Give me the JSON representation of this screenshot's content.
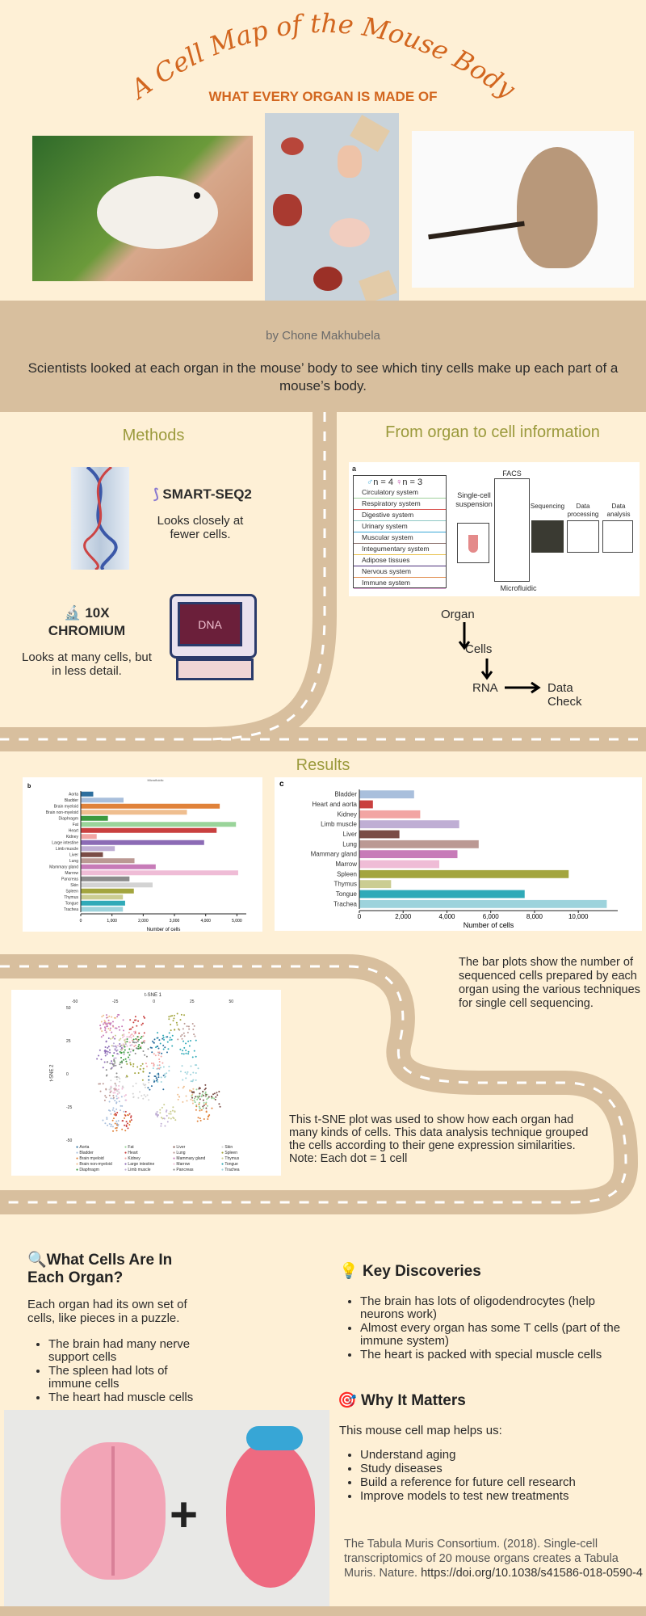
{
  "header": {
    "title": "A Cell Map of the Mouse Body",
    "subtitle": "WHAT EVERY ORGAN IS MADE OF",
    "author": "by Chone Makhubela",
    "intro": "Scientists looked at each organ in the mouse’ body to see which tiny cells make up each part of a mouse’s body."
  },
  "methods": {
    "heading": "Methods",
    "smart_title": "SMART-SEQ2",
    "smart_desc": "Looks closely at fewer cells.",
    "chromium_title": "10X CHROMIUM",
    "chromium_desc": "Looks at many cells, but in less detail.",
    "screen_text": "DNA"
  },
  "pipeline": {
    "heading": "From organ to cell information",
    "panel": "a",
    "male": "n = 4",
    "female": "n = 3",
    "systems": [
      "Circulatory system",
      "Respiratory system",
      "Digestive system",
      "Urinary system",
      "Muscular system",
      "Integumentary system",
      "Adipose tissues",
      "Nervous system",
      "Immune system"
    ],
    "system_colors": [
      "#9fcf9c",
      "#d9534f",
      "#8fc7c4",
      "#3aa7d6",
      "#8a6e6a",
      "#e8c04a",
      "#4b2f7a",
      "#e08a4a",
      "#d8a0d0"
    ],
    "suspension": "Single-cell suspension",
    "facs": "FACS",
    "microfluidic": "Microfluidic",
    "steps": [
      "Sequencing",
      "Data processing",
      "Data analysis"
    ]
  },
  "flow": {
    "organ": "Organ",
    "cells": "Cells",
    "rna": "RNA",
    "data_check": "Data Check"
  },
  "results": {
    "heading": "Results",
    "bar_caption": "The bar plots show the number of sequenced cells prepared by each organ using the various techniques for single cell sequencing.",
    "tsne_caption": "This t-SNE plot was used to show how each organ had many kinds of cells. This data analysis technique grouped the cells according to their gene expression similarities. Note: Each dot = 1 cell"
  },
  "chart_data": [
    {
      "type": "bar",
      "panel": "b",
      "title": "Microfluidic",
      "xlabel": "Number of cells",
      "xlim": [
        0,
        5300
      ],
      "ticks": [
        0,
        1000,
        2000,
        3000,
        4000,
        5000
      ],
      "tick_labels": [
        "0",
        "1,000",
        "2,000",
        "3,000",
        "4,000",
        "5,000"
      ],
      "categories": [
        "Aorta",
        "Bladder",
        "Brain myeloid",
        "Brain non-myeloid",
        "Diaphragm",
        "Fat",
        "Heart",
        "Kidney",
        "Large intestine",
        "Limb muscle",
        "Liver",
        "Lung",
        "Mammary gland",
        "Marrow",
        "Pancreas",
        "Skin",
        "Spleen",
        "Thymus",
        "Tongue",
        "Trachea"
      ],
      "values": [
        400,
        1370,
        4450,
        3400,
        870,
        4970,
        4350,
        510,
        3950,
        1090,
        710,
        1720,
        2400,
        5040,
        1560,
        2300,
        1700,
        1350,
        1420,
        1350
      ],
      "colors": [
        "#2e6f9e",
        "#a9bfdc",
        "#e0823a",
        "#efbe8f",
        "#3c9a3f",
        "#9ad49a",
        "#c9403f",
        "#f2a5a3",
        "#8c6bb5",
        "#bfaed4",
        "#7a4c46",
        "#bb9994",
        "#c77bb8",
        "#efbcd6",
        "#8c8c8c",
        "#d3d3d3",
        "#a3a53e",
        "#cbcd92",
        "#2faab8",
        "#9dd3dc"
      ]
    },
    {
      "type": "bar",
      "panel": "c",
      "xlabel": "Number of cells",
      "xlim": [
        0,
        11800
      ],
      "ticks": [
        0,
        2000,
        4000,
        6000,
        8000,
        10000
      ],
      "tick_labels": [
        "0",
        "2,000",
        "4,000",
        "6,000",
        "8,000",
        "10,000"
      ],
      "categories": [
        "Bladder",
        "Heart and aorta",
        "Kidney",
        "Limb muscle",
        "Liver",
        "Lung",
        "Mammary gland",
        "Marrow",
        "Spleen",
        "Thymus",
        "Tongue",
        "Trachea"
      ],
      "values": [
        2500,
        620,
        2780,
        4560,
        1830,
        5450,
        4480,
        3650,
        9560,
        1450,
        7550,
        11300
      ],
      "colors": [
        "#a9bfdc",
        "#c9403f",
        "#f2a5a3",
        "#bfaed4",
        "#7a4c46",
        "#bb9994",
        "#c77bb8",
        "#efbcd6",
        "#a3a53e",
        "#cbcd92",
        "#2faab8",
        "#9dd3dc"
      ]
    }
  ],
  "tsne": {
    "xlabel": "t-SNE 1",
    "ylabel": "t-SNE 2",
    "xticks": [
      "-50",
      "-25",
      "0",
      "25",
      "50"
    ],
    "yticks": [
      "50",
      "25",
      "0",
      "-25",
      "-50"
    ],
    "legend": [
      "Aorta",
      "Bladder",
      "Brain myeloid",
      "Brain non-myeloid",
      "Diaphragm",
      "Fat",
      "Heart",
      "Kidney",
      "Large intestine",
      "Limb muscle",
      "Liver",
      "Lung",
      "Mammary gland",
      "Marrow",
      "Pancreas",
      "Skin",
      "Spleen",
      "Thymus",
      "Tongue",
      "Trachea"
    ]
  },
  "what_cells": {
    "heading": "What Cells Are In Each Organ?",
    "intro": "Each organ had its own set of cells, like pieces in a puzzle.",
    "bullets": [
      "The brain had many nerve support cells",
      "The spleen had lots of immune cells",
      "The heart had muscle cells"
    ]
  },
  "key": {
    "heading": "Key Discoveries",
    "bullets": [
      "The brain has lots of oligodendrocytes (help neurons work)",
      "Almost every organ has some T cells (part of the immune system)",
      "The heart is packed with special muscle cells"
    ]
  },
  "why": {
    "heading": "Why It Matters",
    "intro": "This mouse cell map helps us:",
    "bullets": [
      "Understand aging",
      "Study diseases",
      "Build a reference for future cell research",
      "Improve models to test new treatments"
    ]
  },
  "citation": {
    "text": "The Tabula Muris Consortium. (2018). Single-cell transcriptomics of 20 mouse organs creates a Tabula Muris. Nature. ",
    "link": "https://doi.org/10.1038/s41586-018-0590-4"
  },
  "colors": {
    "background": "#fef0d6",
    "band": "#d8bf9e",
    "title": "#d2661f",
    "heading": "#9b9a3c"
  }
}
